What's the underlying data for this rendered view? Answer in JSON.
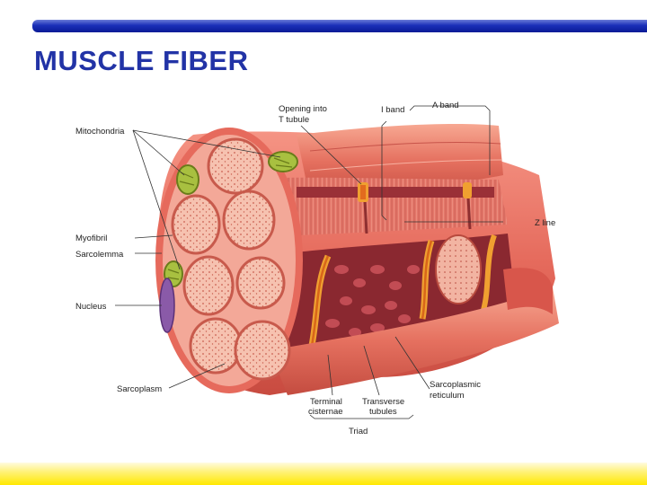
{
  "title": "MUSCLE FIBER",
  "labels": {
    "mitochondria": "Mitochondria",
    "opening_t_tubule_1": "Opening into",
    "opening_t_tubule_2": "T tubule",
    "i_band": "I band",
    "a_band": "A band",
    "z_line": "Z line",
    "myofibril": "Myofibril",
    "sarcolemma": "Sarcolemma",
    "nucleus": "Nucleus",
    "sarcoplasm": "Sarcoplasm",
    "terminal_cisternae_1": "Terminal",
    "terminal_cisternae_2": "cisternae",
    "transverse_tubules_1": "Transverse",
    "transverse_tubules_2": "tubules",
    "sarcoplasmic_reticulum_1": "Sarcoplasmic",
    "sarcoplasmic_reticulum_2": "reticulum",
    "triad": "Triad"
  },
  "colors": {
    "title": "#2233a6",
    "muscle": "#e8736a",
    "myofibril_face": "#f6c2b0",
    "reticulum": "#8a2830",
    "t_tubule": "#f0a030",
    "mitochondria": "#a8c040",
    "nucleus": "#8a5aa8"
  }
}
